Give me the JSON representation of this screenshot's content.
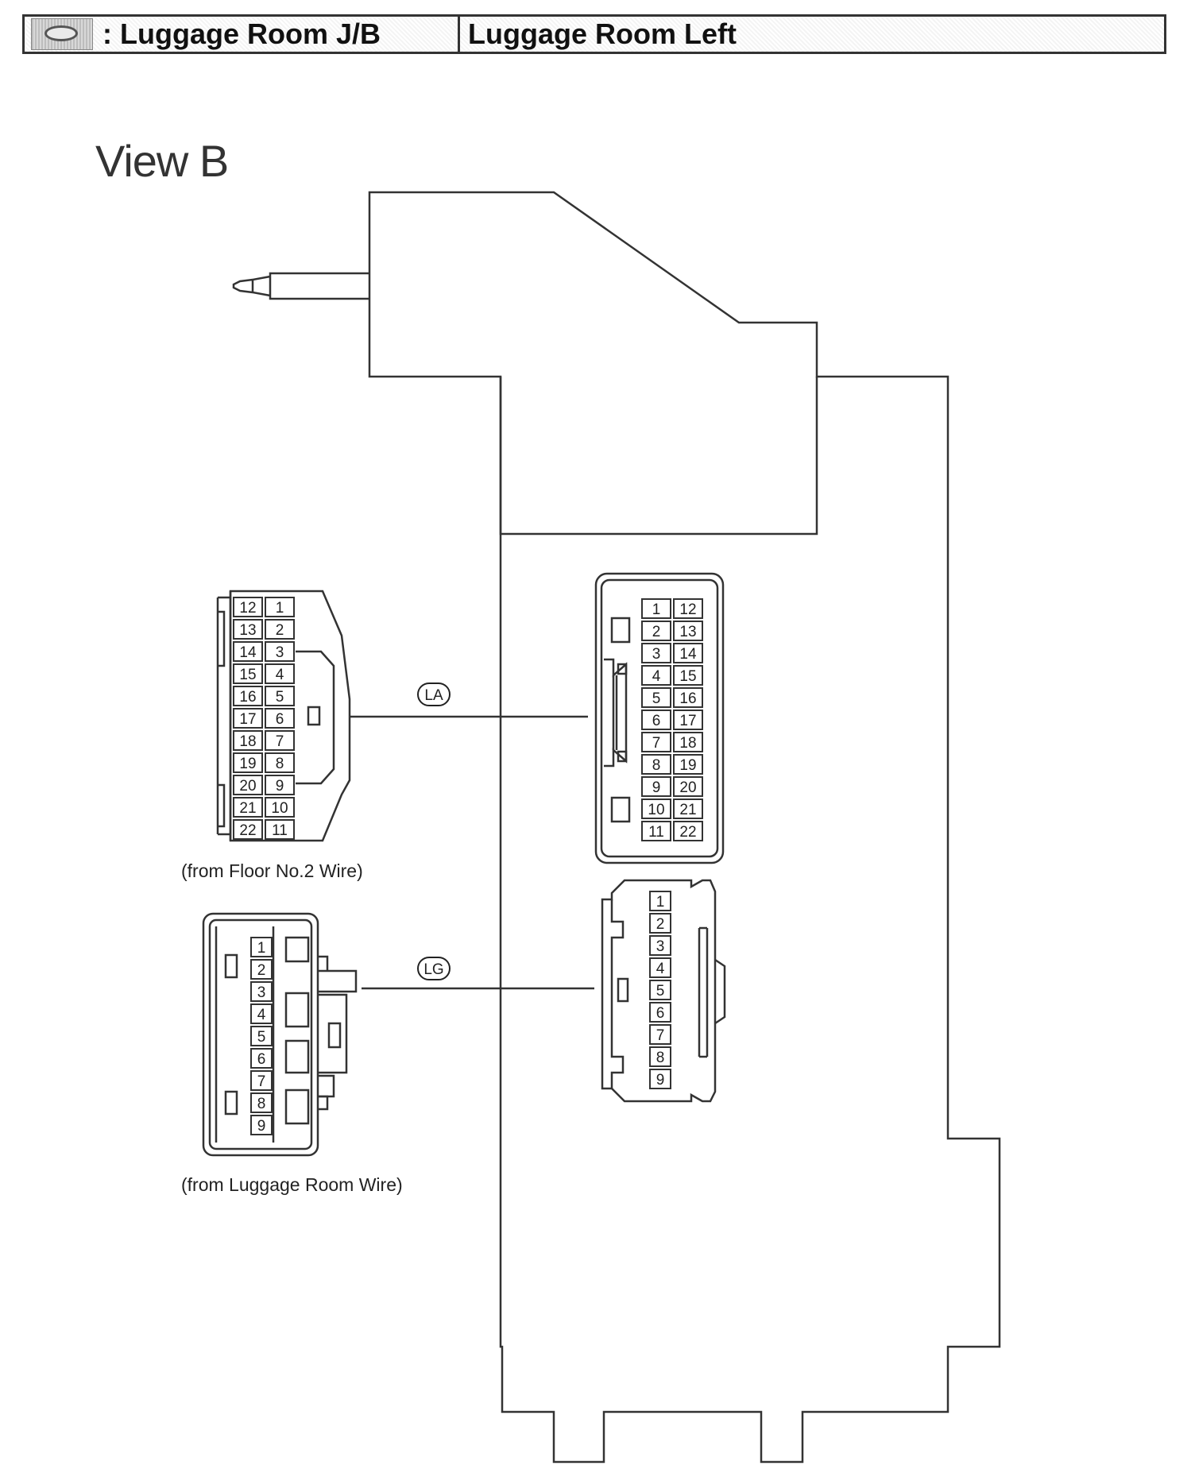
{
  "header": {
    "symbol_icon": "junction-block-icon",
    "location_label": ": Luggage Room J/B",
    "position_label": "Luggage Room Left"
  },
  "view_title": "View B",
  "connectors": {
    "la": {
      "code": "LA",
      "caption": "(from Floor No.2 Wire)",
      "left_side_rows": [
        [
          "12",
          "1"
        ],
        [
          "13",
          "2"
        ],
        [
          "14",
          "3"
        ],
        [
          "15",
          "4"
        ],
        [
          "16",
          "5"
        ],
        [
          "17",
          "6"
        ],
        [
          "18",
          "7"
        ],
        [
          "19",
          "8"
        ],
        [
          "20",
          "9"
        ],
        [
          "21",
          "10"
        ],
        [
          "22",
          "11"
        ]
      ],
      "right_side_rows": [
        [
          "1",
          "12"
        ],
        [
          "2",
          "13"
        ],
        [
          "3",
          "14"
        ],
        [
          "4",
          "15"
        ],
        [
          "5",
          "16"
        ],
        [
          "6",
          "17"
        ],
        [
          "7",
          "18"
        ],
        [
          "8",
          "19"
        ],
        [
          "9",
          "20"
        ],
        [
          "10",
          "21"
        ],
        [
          "11",
          "22"
        ]
      ]
    },
    "lg": {
      "code": "LG",
      "caption": "(from Luggage Room Wire)",
      "left_side_pins": [
        "1",
        "2",
        "3",
        "4",
        "5",
        "6",
        "7",
        "8",
        "9"
      ],
      "right_side_pins": [
        "1",
        "2",
        "3",
        "4",
        "5",
        "6",
        "7",
        "8",
        "9"
      ]
    }
  }
}
